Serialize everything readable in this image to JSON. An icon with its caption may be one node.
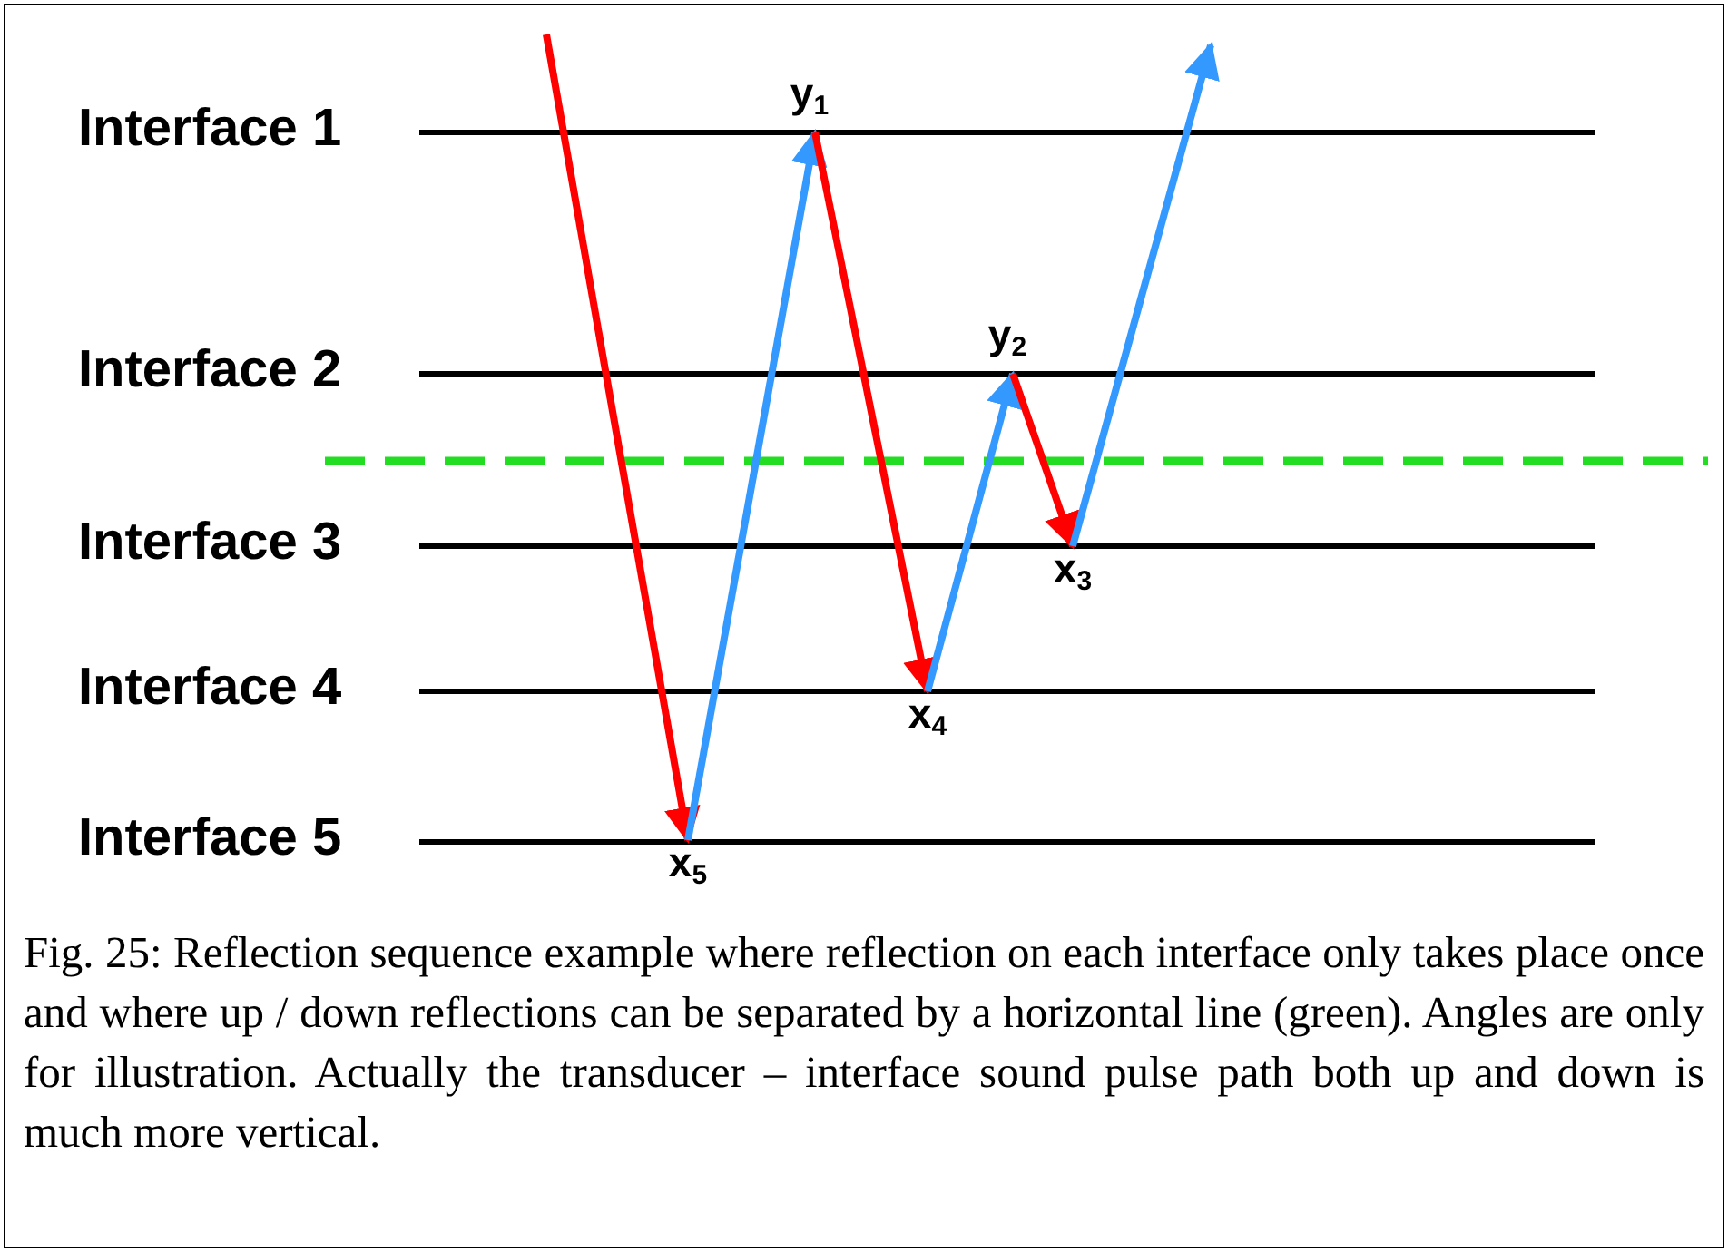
{
  "diagram": {
    "caption": "Fig. 25: Reflection sequence example where reflection on each interface only takes place once and where up / down reflections can be separated by a horizontal line (green). Angles are only for illustration. Actually the transducer – interface sound pulse path both up and down is much more vertical.",
    "nodes": [
      {
        "text": [
          "x$_{5}$"
        ]
      },
      {
        "text": [
          "y$_{1}$"
        ]
      },
      {
        "text": [
          "x$_{4}$"
        ]
      },
      {
        "text": [
          "y$_{2}$"
        ]
      },
      {
        "text": [
          "x$_{3}$"
        ]
      }
    ],
    "edges": [
      {
        "from": null,
        "to": 0,
        "arrow": "to",
        "color": "#ff0000"
      },
      {
        "from": 0,
        "to": 1,
        "arrow": "to",
        "color": "#3399ff"
      },
      {
        "from": 1,
        "to": 2,
        "arrow": "to",
        "color": "#ff0000"
      },
      {
        "from": 2,
        "to": 3,
        "arrow": "to",
        "color": "#3399ff"
      },
      {
        "from": 3,
        "to": 4,
        "arrow": "to",
        "color": "#ff0000"
      },
      {
        "from": 4,
        "to": null,
        "arrow": "to",
        "color": "#3399ff"
      }
    ],
    "labels": [
      "Interface 1",
      "Interface 2",
      "Interface 3",
      "Interface 4",
      "Interface 5"
    ]
  }
}
